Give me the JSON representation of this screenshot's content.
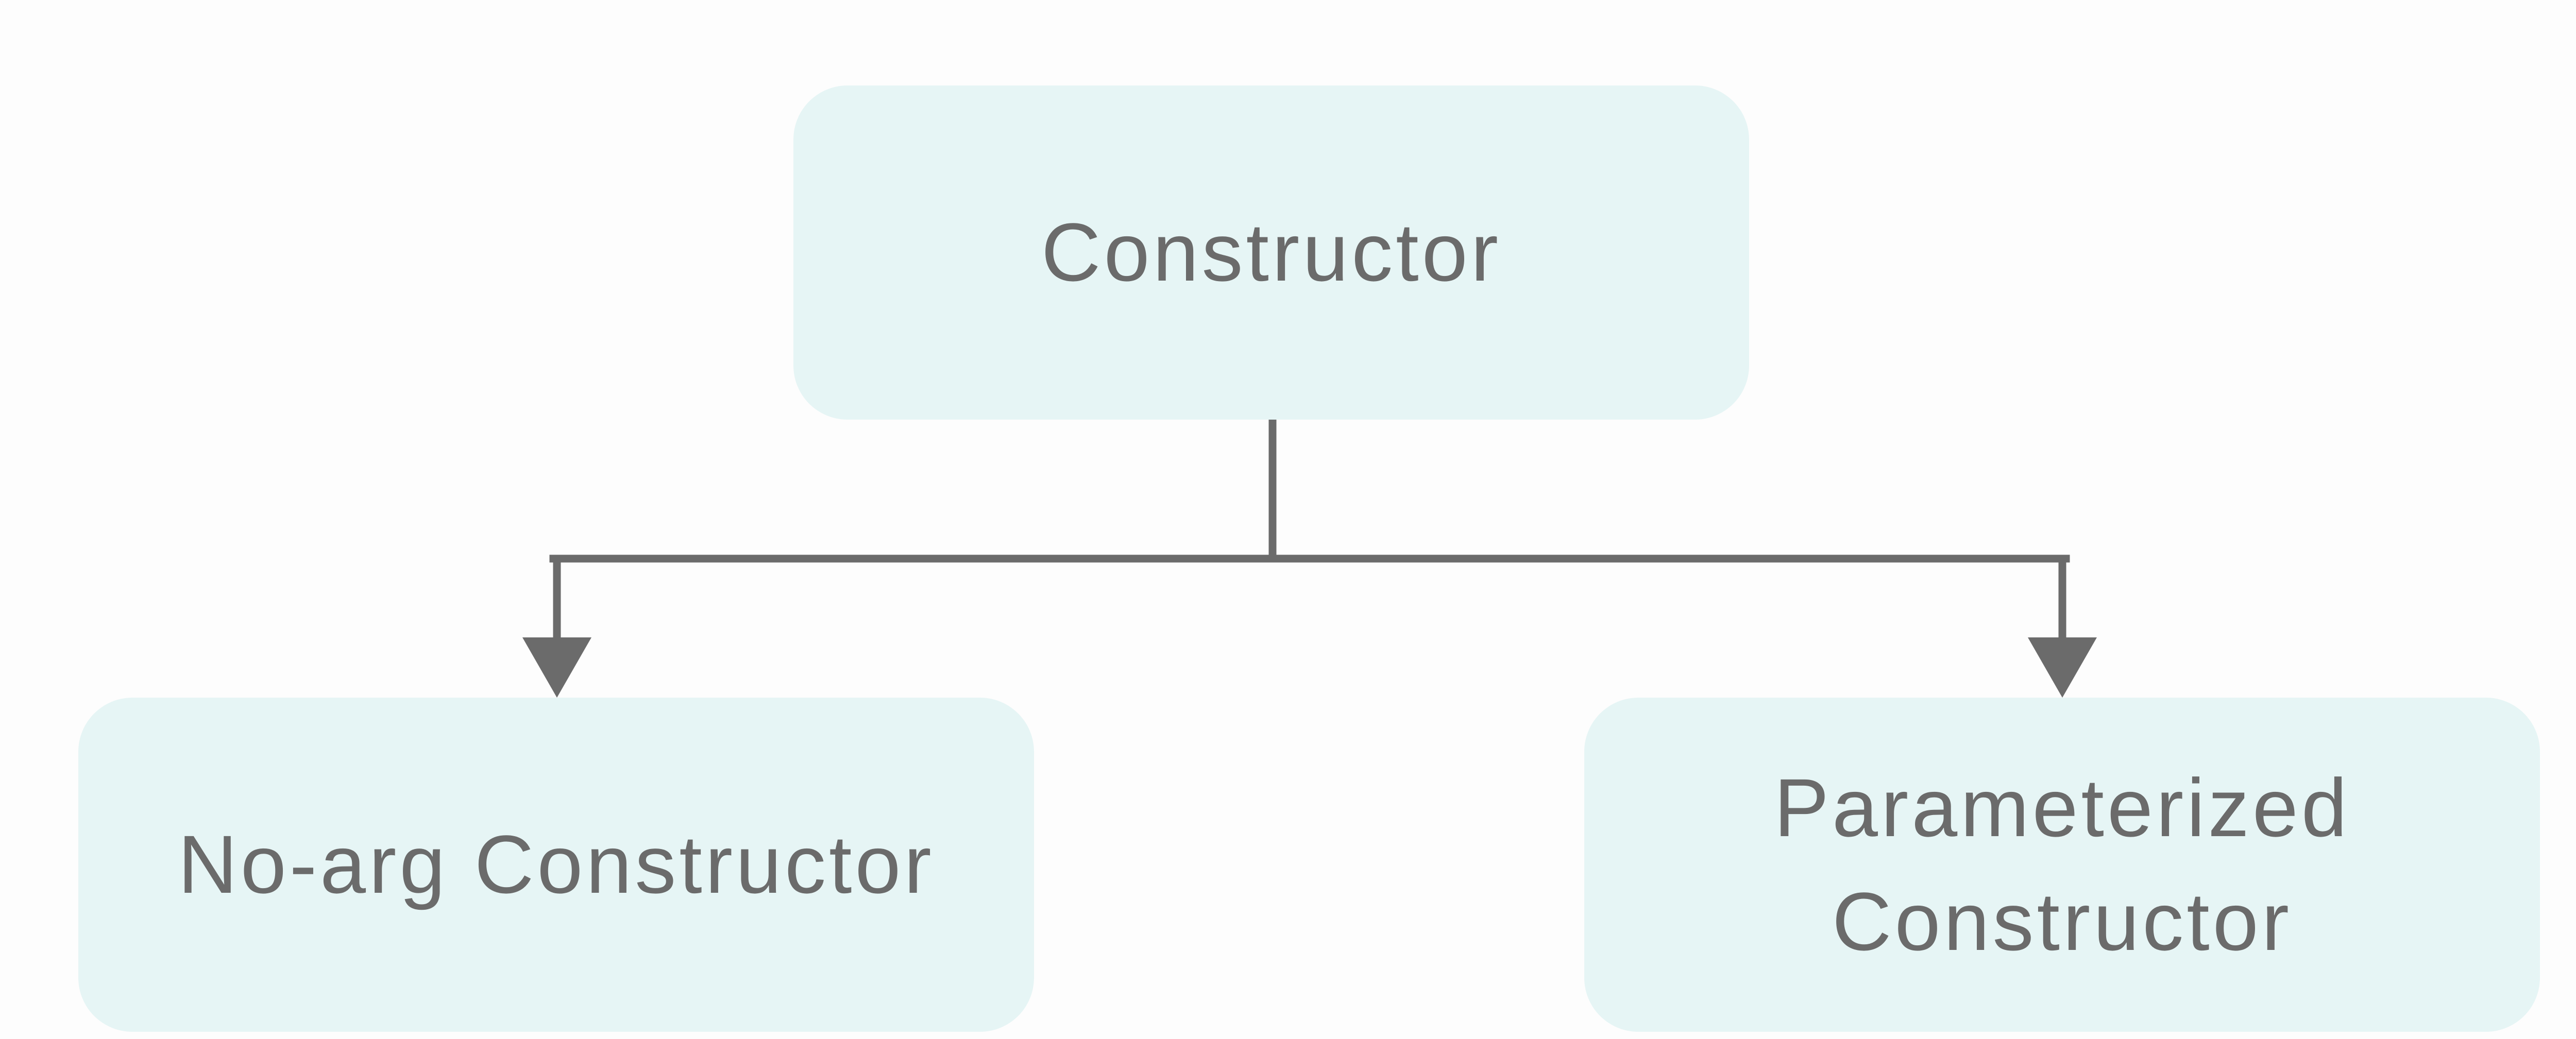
{
  "diagram": {
    "root": {
      "label": "Constructor"
    },
    "children": [
      {
        "label": "No-arg Constructor"
      },
      {
        "label": "Parameterized Constructor"
      }
    ]
  },
  "colors": {
    "background": "#fdfdfd",
    "node_fill": "#e6f5f5",
    "text": "#6b6b6b",
    "connector": "#6b6b6b"
  }
}
